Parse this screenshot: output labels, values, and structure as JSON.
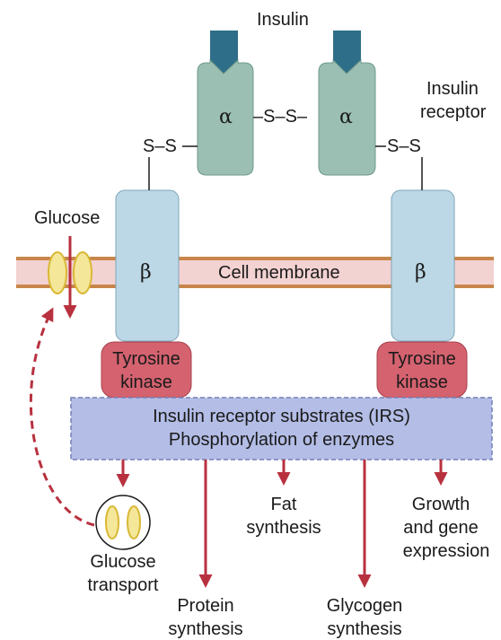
{
  "title": "Insulin",
  "receptor_label": [
    "Insulin",
    "receptor"
  ],
  "alpha_symbol": "α",
  "beta_symbol": "β",
  "disulfide_label": "S–S",
  "inner_disulfide_label": "–S–S–",
  "membrane_label": "Cell membrane",
  "glucose_label": "Glucose",
  "tyrosine_kinase_label": [
    "Tyrosine",
    "kinase"
  ],
  "irs_box": [
    "Insulin receptor substrates (IRS)",
    "Phosphorylation of enzymes"
  ],
  "outputs": {
    "glucose_transport": [
      "Glucose",
      "transport"
    ],
    "protein_synthesis": [
      "Protein",
      "synthesis"
    ],
    "fat_synthesis": [
      "Fat",
      "synthesis"
    ],
    "glycogen_synthesis": [
      "Glycogen",
      "synthesis"
    ],
    "growth_gene": [
      "Growth",
      "and gene",
      "expression"
    ]
  },
  "colors": {
    "insulin": "#2f6e88",
    "alpha_subunit": "#9bbfb3",
    "beta_subunit": "#bcd8e6",
    "membrane_fill": "#f3d2d2",
    "membrane_line": "#c8864a",
    "kinase": "#d4626f",
    "irs_box": "#b3bde6",
    "arrow": "#b8313f",
    "glucose_channel": "#f5e79a"
  }
}
